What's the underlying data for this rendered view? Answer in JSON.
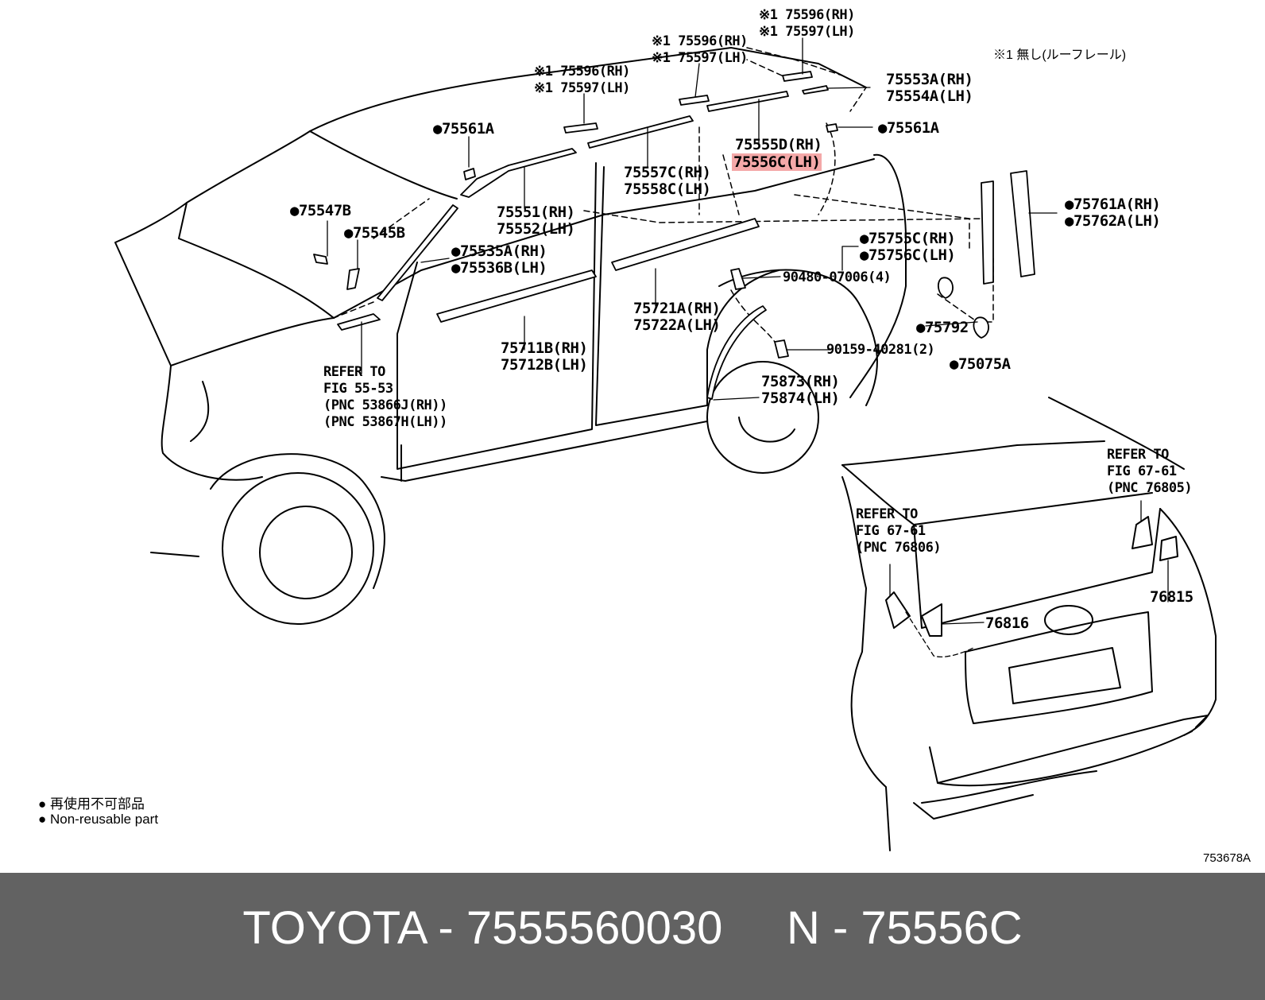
{
  "labels": {
    "l_75596_a": "※1 75596(RH)",
    "l_75597_a": "※1 75597(LH)",
    "l_75596_b": "※1 75596(RH)",
    "l_75597_b": "※1 75597(LH)",
    "l_75596_c": "※1 75596(RH)",
    "l_75597_c": "※1 75597(LH)",
    "note1": "※1 無し(ルーフレール)",
    "l_75553": "75553A(RH)",
    "l_75554": "75554A(LH)",
    "l_75561_l": "●75561A",
    "l_75561_r": "●75561A",
    "l_75555": "75555D(RH)",
    "l_75556": "75556C(LH)",
    "l_75557": "75557C(RH)",
    "l_75558": "75558C(LH)",
    "l_75551": "75551(RH)",
    "l_75552": "75552(LH)",
    "l_75547": "●75547B",
    "l_75545": "●75545B",
    "l_75535": "●75535A(RH)",
    "l_75536": "●75536B(LH)",
    "l_75761": "●75761A(RH)",
    "l_75762": "●75762A(LH)",
    "l_75755": "●75755C(RH)",
    "l_75756": "●75756C(LH)",
    "l_90480": "90480-07006(4)",
    "l_75721": "75721A(RH)",
    "l_75722": "75722A(LH)",
    "l_75792": "●75792",
    "l_75075": "●75075A",
    "l_90159": "90159-40281(2)",
    "l_75711": "75711B(RH)",
    "l_75712": "75712B(LH)",
    "l_75873": "75873(RH)",
    "l_75874": "75874(LH)",
    "ref_front_1": "REFER TO",
    "ref_front_2": "FIG 55-53",
    "ref_front_3": "(PNC 53866J(RH))",
    "ref_front_4": "(PNC 53867H(LH))",
    "ref_rr_1": "REFER TO",
    "ref_rr_2": "FIG 67-61",
    "ref_rr_3": "(PNC 76805)",
    "ref_rl_1": "REFER TO",
    "ref_rl_2": "FIG 67-61",
    "ref_rl_3": "(PNC 76806)",
    "l_76816": "76816",
    "l_76815": "76815",
    "legend_jp": "● 再使用不可部品",
    "legend_en": "● Non-reusable part",
    "fig_code": "753678A"
  },
  "highlight_color": "#f4a8a8",
  "footer": {
    "text": "TOYOTA - 7555560030     N - 75556C",
    "background": "#626262",
    "color": "#ffffff"
  }
}
